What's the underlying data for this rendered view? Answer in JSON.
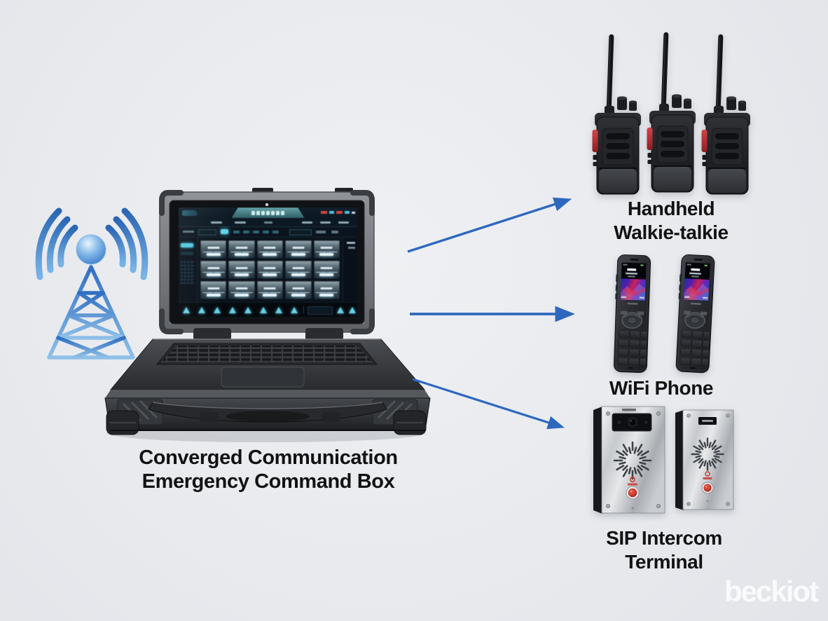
{
  "page": {
    "type": "product-connection-diagram"
  },
  "labels": {
    "source_line1": "Converged Communication",
    "source_line2": "Emergency Command Box",
    "walkie_line1": "Handheld",
    "walkie_line2": "Walkie-talkie",
    "wifi_phone": "WiFi Phone",
    "sip_line1": "SIP Intercom",
    "sip_line2": "Terminal"
  },
  "watermark": "beckiot",
  "devices": {
    "source": "rugged-command-box-laptop",
    "walkie_talkie_count": 3,
    "wifi_phone_count": 2,
    "sip_intercom_count": 2
  },
  "connections": [
    {
      "from": "command-box",
      "to": "handheld-walkie-talkie"
    },
    {
      "from": "command-box",
      "to": "wifi-phone"
    },
    {
      "from": "command-box",
      "to": "sip-intercom-terminal"
    }
  ],
  "icons": {
    "radio_tower": "blue lattice mast with signal waves",
    "arrow": "blue connector arrow"
  },
  "colors": {
    "background": "#e9ebef",
    "arrow_blue": "#2e68be",
    "antenna_blue": "#3578cc",
    "label_text": "#121212",
    "watermark_white": "#fbfcfd",
    "ptt_red": "#bf2d2f",
    "intercom_button_red": "#c0392f",
    "screen_teal": "#4f8e94",
    "screen_cyan": "#6fd2e4"
  }
}
